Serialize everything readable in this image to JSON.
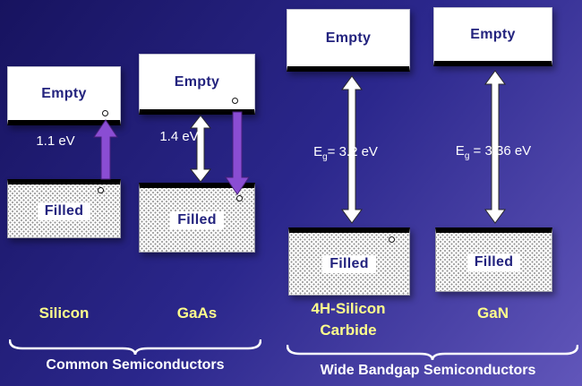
{
  "columns": [
    {
      "name_line1": "Silicon",
      "name_line2": "",
      "empty_label": "Empty",
      "filled_label": "Filled",
      "gap_pre": "",
      "gap_sub": "",
      "gap_text": "1.1 eV"
    },
    {
      "name_line1": "GaAs",
      "name_line2": "",
      "empty_label": "Empty",
      "filled_label": "Filled",
      "gap_pre": "",
      "gap_sub": "",
      "gap_text": "1.4 eV"
    },
    {
      "name_line1": "4H-Silicon",
      "name_line2": "Carbide",
      "empty_label": "Empty",
      "filled_label": "Filled",
      "gap_pre": "E",
      "gap_sub": "g",
      "gap_text": "= 3.2 eV"
    },
    {
      "name_line1": "GaN",
      "name_line2": "",
      "empty_label": "Empty",
      "filled_label": "Filled",
      "gap_pre": "E",
      "gap_sub": "g",
      "gap_text": " = 3.36 eV"
    }
  ],
  "groups": [
    {
      "label": "Common Semiconductors"
    },
    {
      "label": "Wide Bandgap Semiconductors"
    }
  ],
  "colors": {
    "background_top": "#17135f",
    "background_bottom": "#6156ba",
    "band_text": "#23237e",
    "material_name": "#ffff8c",
    "group_text": "#ffffff",
    "purple_arrow": "#8a4dd3",
    "white_arrow": "#ffffff",
    "band_edge": "#000000"
  }
}
